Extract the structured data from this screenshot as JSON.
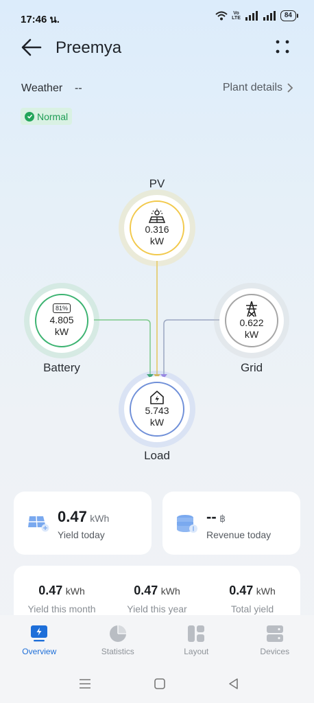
{
  "status_bar": {
    "time": "17:46 น.",
    "battery": "84",
    "network": "VoLTE"
  },
  "header": {
    "title": "Preemya"
  },
  "weather": {
    "label": "Weather",
    "value": "--"
  },
  "plant_details_label": "Plant details",
  "status_badge": "Normal",
  "flow": {
    "pv": {
      "label": "PV",
      "value": "0.316",
      "unit": "kW"
    },
    "battery": {
      "label": "Battery",
      "value": "4.805",
      "unit": "kW",
      "soc": "81%"
    },
    "grid": {
      "label": "Grid",
      "value": "0.622",
      "unit": "kW"
    },
    "load": {
      "label": "Load",
      "value": "5.743",
      "unit": "kW"
    }
  },
  "cards": {
    "yield_today": {
      "value": "0.47",
      "unit": "kWh",
      "label": "Yield today"
    },
    "revenue_today": {
      "value": "--",
      "unit": "฿",
      "label": "Revenue today"
    }
  },
  "stats": [
    {
      "value": "0.47",
      "unit": "kWh",
      "label": "Yield this month"
    },
    {
      "value": "0.47",
      "unit": "kWh",
      "label": "Yield this year"
    },
    {
      "value": "0.47",
      "unit": "kWh",
      "label": "Total yield"
    }
  ],
  "nav": [
    {
      "label": "Overview",
      "icon": "overview-icon"
    },
    {
      "label": "Statistics",
      "icon": "pie-chart-icon"
    },
    {
      "label": "Layout",
      "icon": "layout-icon"
    },
    {
      "label": "Devices",
      "icon": "devices-icon"
    }
  ],
  "colors": {
    "accent": "#1e6fd9",
    "pv": "#f2c94c",
    "battery": "#3cb371",
    "grid": "#9a9a9a",
    "load": "#6f8fd8",
    "normal": "#23a55a"
  }
}
